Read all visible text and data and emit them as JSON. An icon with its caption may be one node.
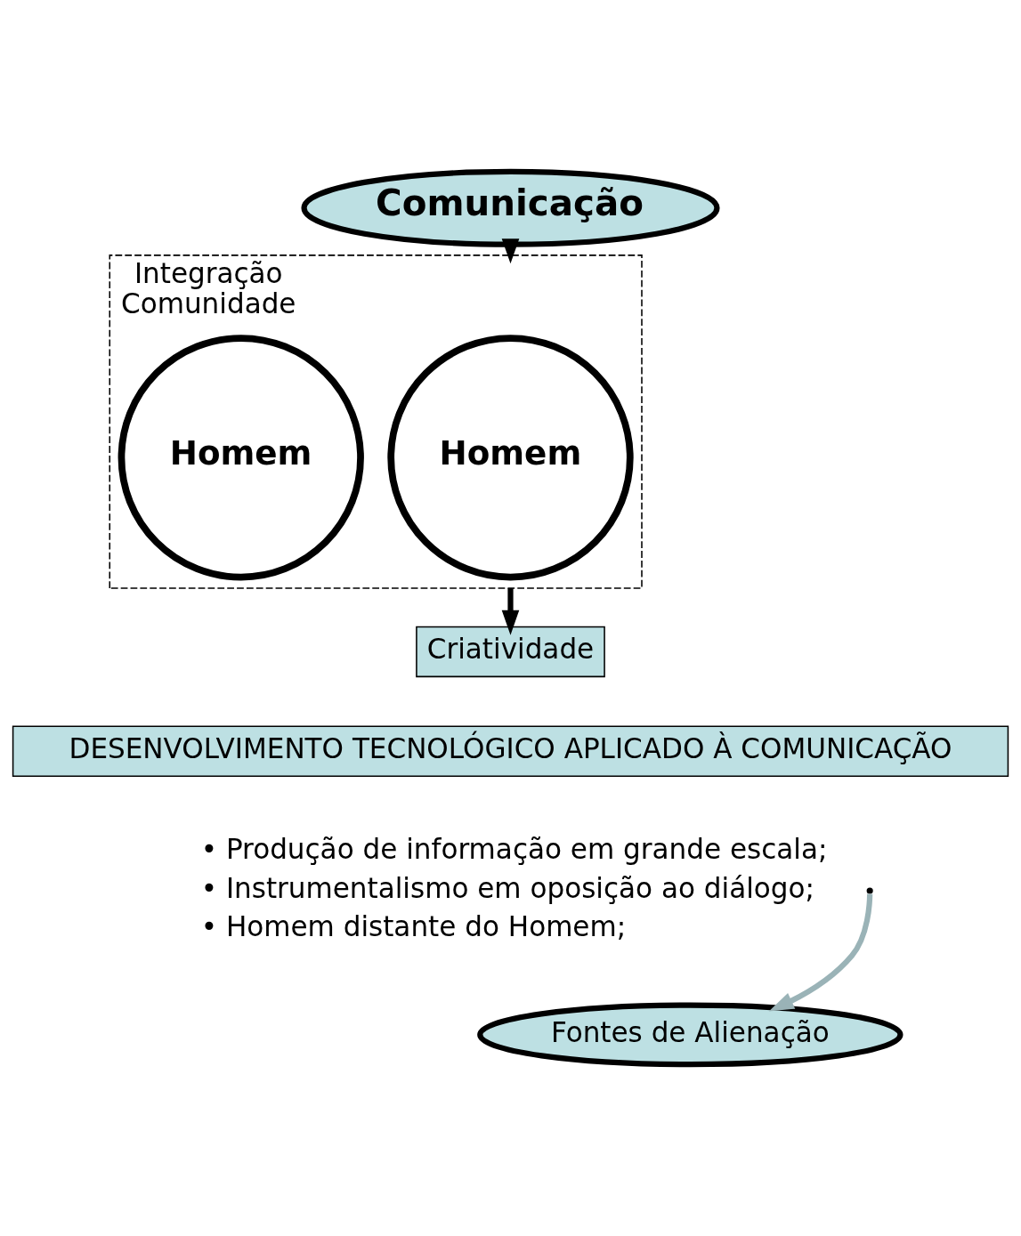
{
  "diagram": {
    "nodes": [
      {
        "text": [
          "Comunicação"
        ]
      },
      {
        "text": [
          "Integração",
          "Comunidade"
        ]
      },
      {
        "text": [
          "Homem"
        ],
        "in": 1
      },
      {
        "text": [
          "Homem"
        ],
        "in": 1
      },
      {
        "text": [
          "Criatividade"
        ]
      },
      {
        "text": [
          "DESENVOLVIMENTO TECNOLÓGICO APLICADO À COMUNICAÇÃO"
        ]
      },
      {
        "text": [
          "Fontes de Alienação"
        ]
      }
    ],
    "edges": [
      {
        "from": 0,
        "to": 1,
        "arrow": "to"
      },
      {
        "from": 1,
        "to": 4,
        "arrow": "to"
      },
      {
        "from": null,
        "to": 6,
        "arrow": "to",
        "color": "#9ab3b7"
      }
    ],
    "labels": [
      "• Produção de informação em grande escala;",
      "• Instrumentalismo em oposição ao diálogo;",
      "• Homem distante do Homem;"
    ]
  }
}
